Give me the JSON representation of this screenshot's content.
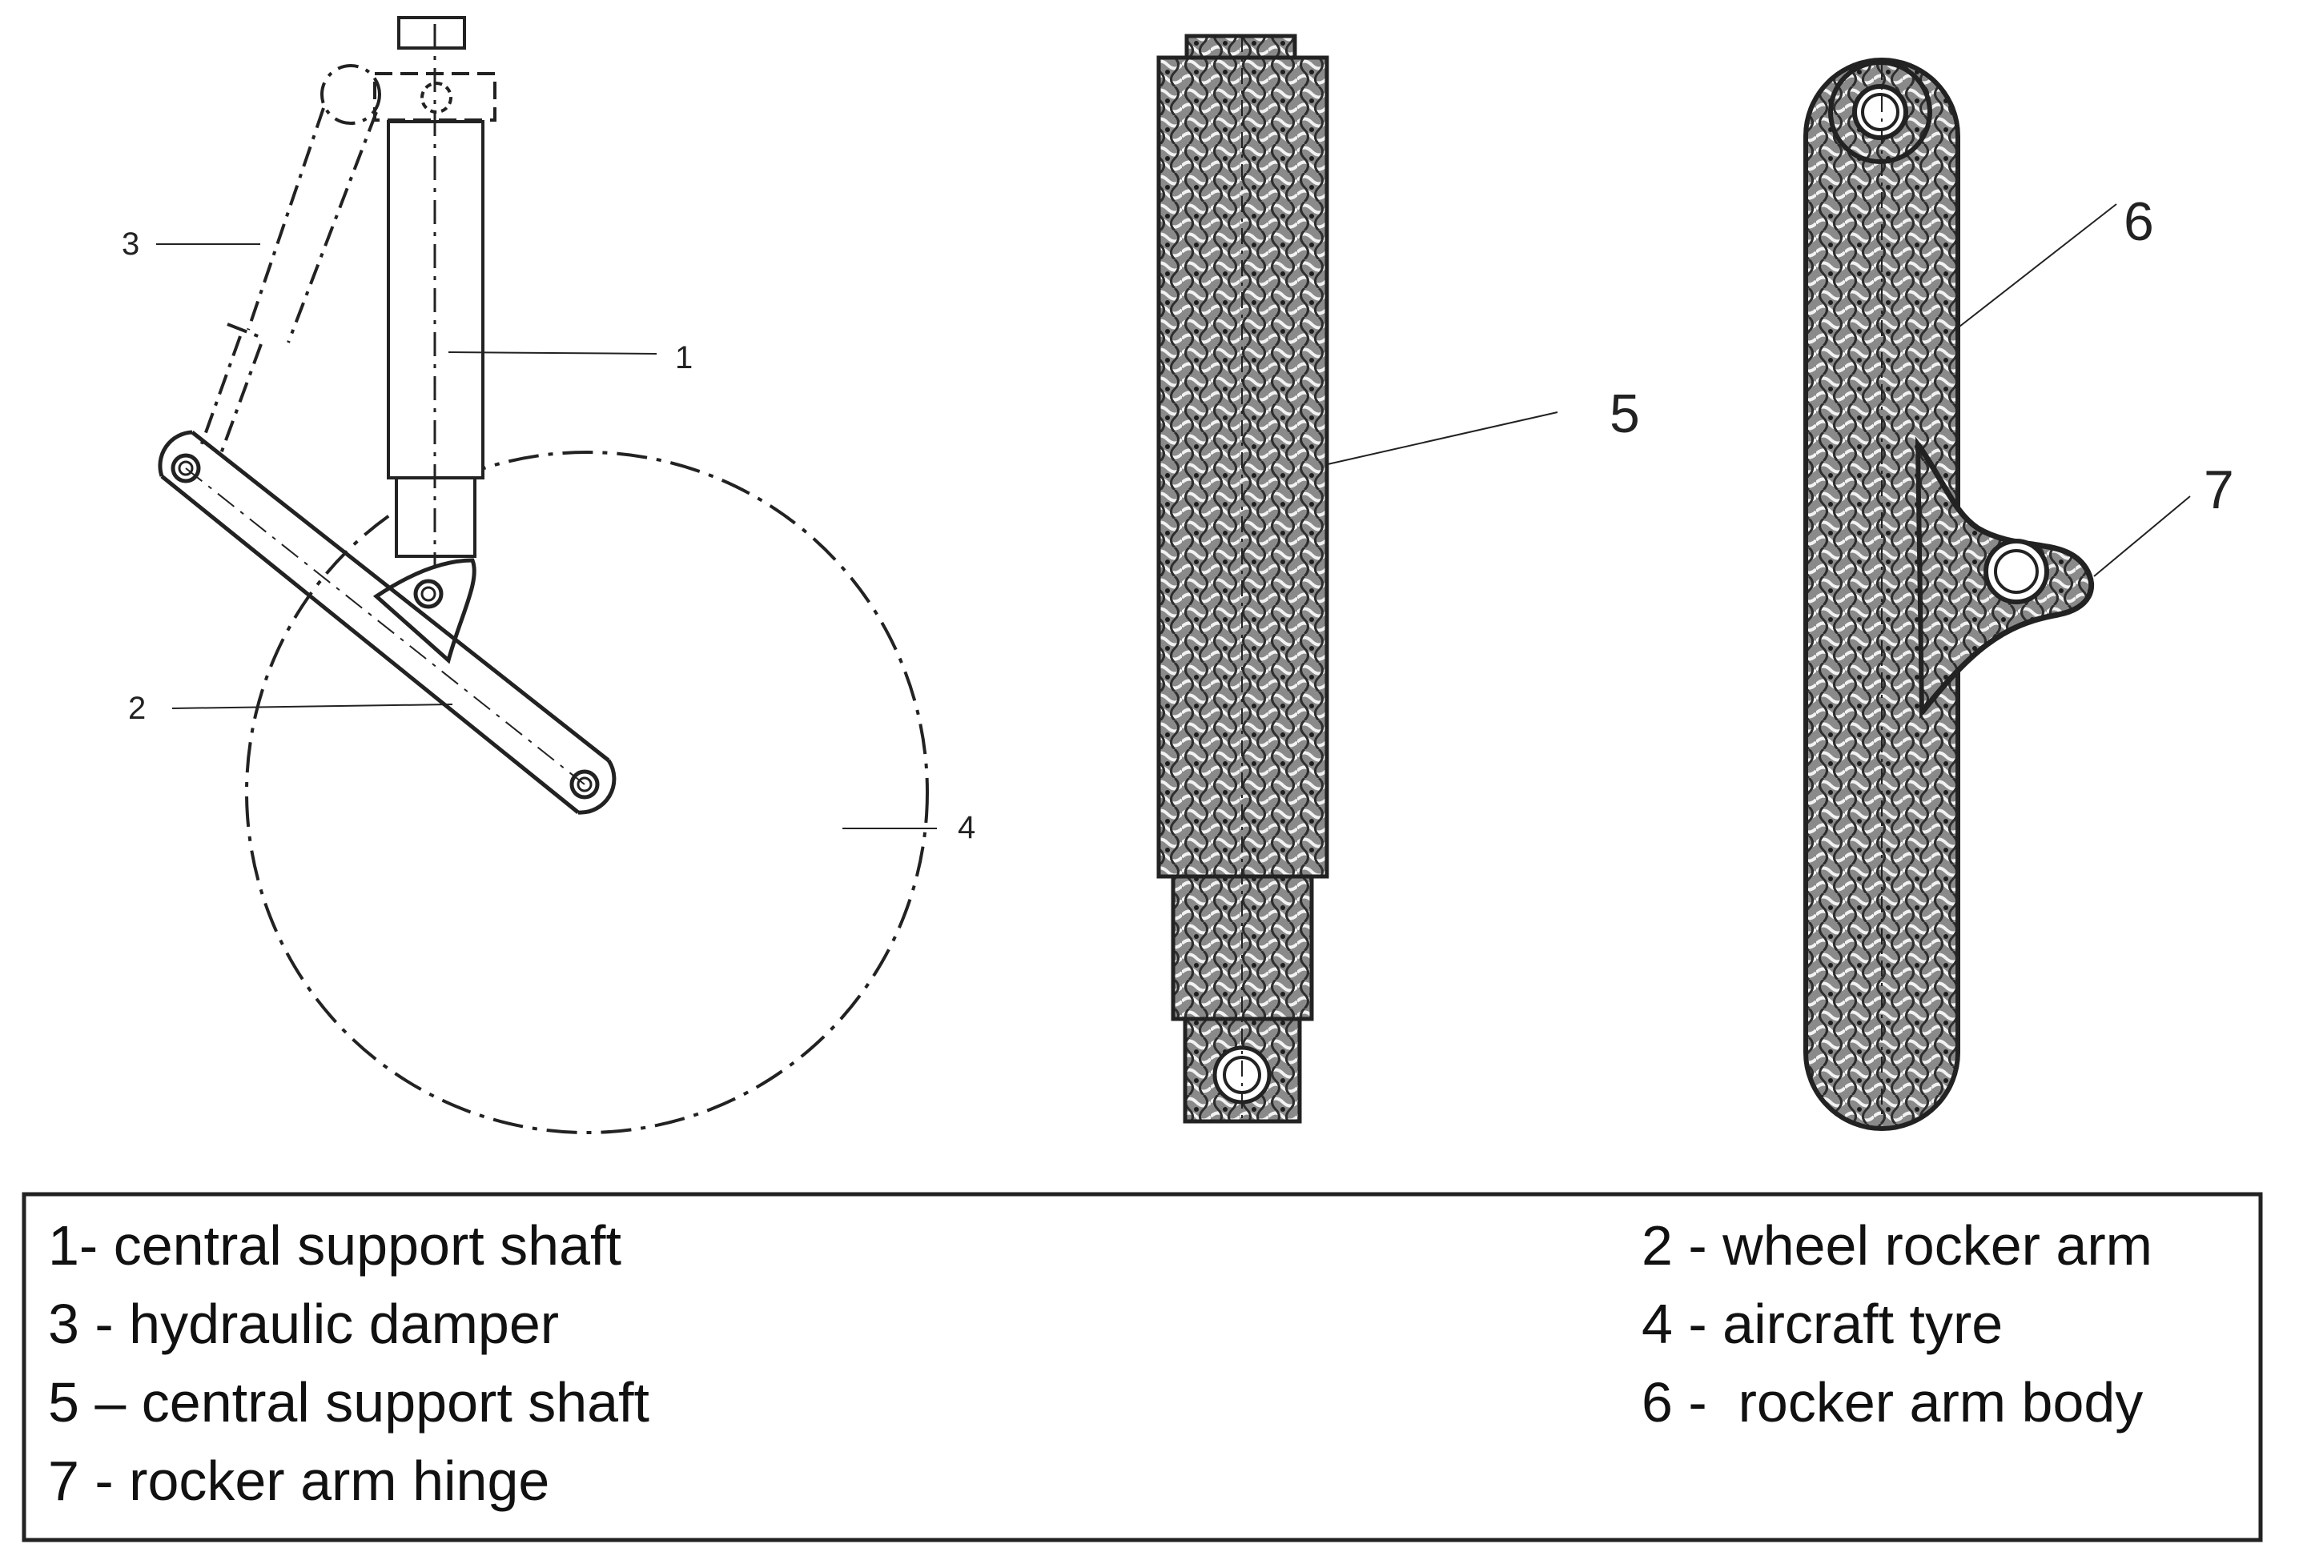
{
  "callouts": {
    "c1": "1",
    "c2": "2",
    "c3": "3",
    "c4": "4",
    "c5": "5",
    "c6": "6",
    "c7": "7"
  },
  "legend": {
    "items": [
      "1- central support shaft",
      "2 - wheel rocker arm",
      "3 - hydraulic damper",
      "4 - aircraft tyre",
      "5 – central support shaft",
      "6 -  rocker arm body",
      "7 - rocker arm hinge"
    ]
  },
  "colors": {
    "line": "#222222",
    "hatch_dark": "#3a3a3a",
    "hatch_light": "#ffffff",
    "background": "#ffffff"
  },
  "icons": {
    "hatch": "knit-hatch-pattern"
  }
}
